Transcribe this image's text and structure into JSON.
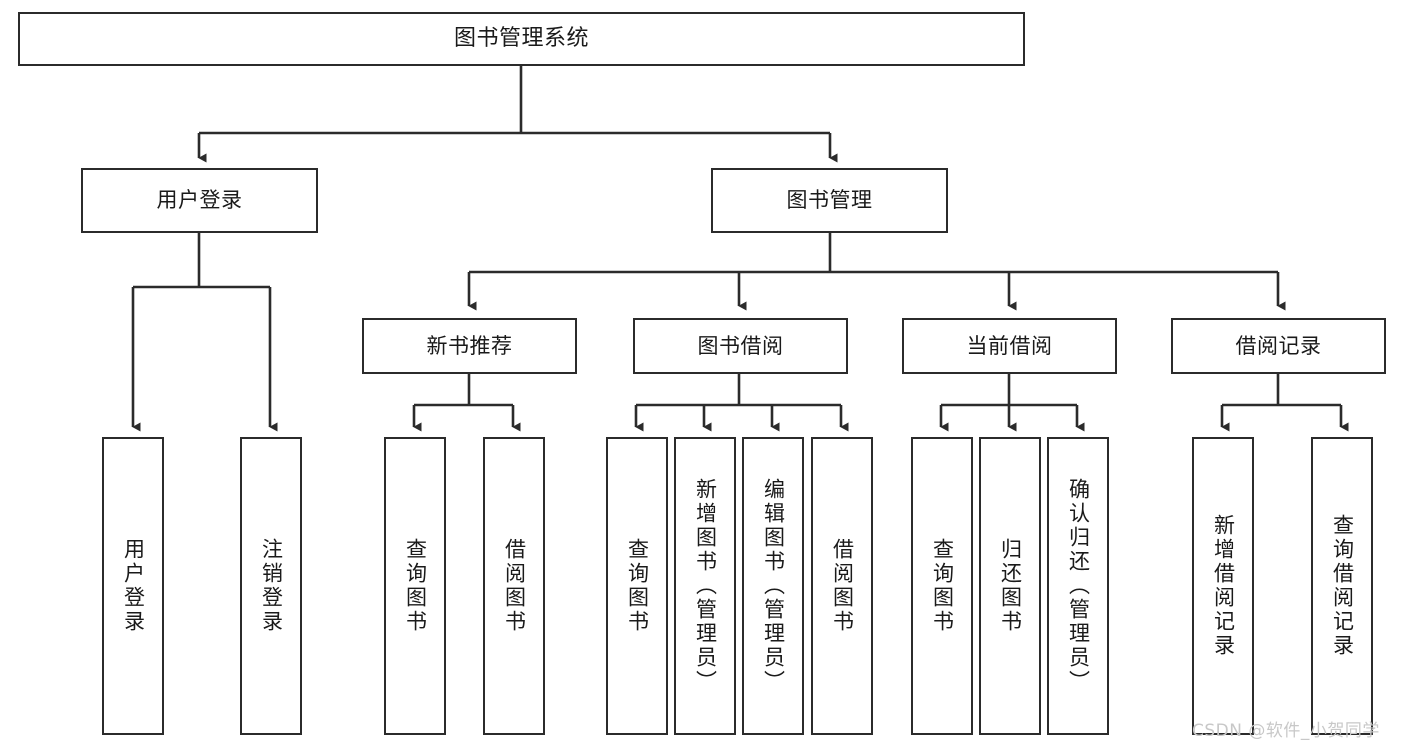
{
  "diagram": {
    "title": "图书管理系统",
    "type": "tree-hierarchy-chart",
    "root": {
      "label": "图书管理系统"
    },
    "level2": [
      {
        "label": "用户登录"
      },
      {
        "label": "图书管理"
      }
    ],
    "level3": [
      {
        "label": "新书推荐"
      },
      {
        "label": "图书借阅"
      },
      {
        "label": "当前借阅"
      },
      {
        "label": "借阅记录"
      }
    ],
    "leaves": {
      "user_login": [
        {
          "label": "用户登录"
        },
        {
          "label": "注销登录"
        }
      ],
      "new_book_recommend": [
        {
          "label": "查询图书"
        },
        {
          "label": "借阅图书"
        }
      ],
      "book_borrow": [
        {
          "label": "查询图书"
        },
        {
          "label": "新增图书（管理员）"
        },
        {
          "label": "编辑图书（管理员）"
        },
        {
          "label": "借阅图书"
        }
      ],
      "current_borrow": [
        {
          "label": "查询图书"
        },
        {
          "label": "归还图书"
        },
        {
          "label": "确认归还（管理员）"
        }
      ],
      "borrow_record": [
        {
          "label": "新增借阅记录"
        },
        {
          "label": "查询借阅记录"
        }
      ]
    }
  },
  "watermark": {
    "text": "CSDN @软件_小贺同学"
  },
  "colors": {
    "stroke": "#2b2b2b",
    "fill": "#ffffff",
    "text": "#1a1a1a",
    "watermark": "#c8c8c8"
  }
}
